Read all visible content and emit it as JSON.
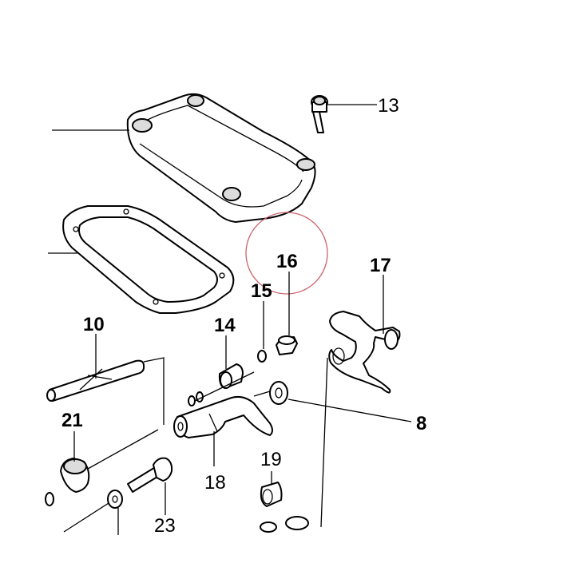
{
  "colors": {
    "line": "#000000",
    "highlight_circle": "#c9626a",
    "background": "#ffffff"
  },
  "callouts": [
    {
      "id": "13",
      "text": "13",
      "bold": false
    },
    {
      "id": "16",
      "text": "16",
      "bold": true
    },
    {
      "id": "15",
      "text": "15",
      "bold": true
    },
    {
      "id": "17",
      "text": "17",
      "bold": true
    },
    {
      "id": "10",
      "text": "10",
      "bold": true
    },
    {
      "id": "14",
      "text": "14",
      "bold": true
    },
    {
      "id": "21",
      "text": "21",
      "bold": true
    },
    {
      "id": "8",
      "text": "8",
      "bold": true
    },
    {
      "id": "19",
      "text": "19",
      "bold": false
    },
    {
      "id": "18",
      "text": "18",
      "bold": false
    },
    {
      "id": "23",
      "text": "23",
      "bold": false
    }
  ],
  "highlighted_part": "16"
}
